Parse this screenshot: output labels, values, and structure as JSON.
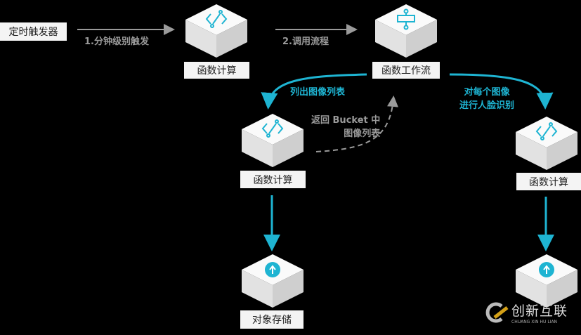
{
  "trigger": {
    "label": "定时触发器"
  },
  "edges": {
    "e1": "1.分钟级别触发",
    "e2": "2.调用流程",
    "e3": "列出图像列表",
    "e4_line1": "返回 Bucket 中",
    "e4_line2": "图像列表",
    "e5_line1": "对每个图像",
    "e5_line2": "进行人脸识别"
  },
  "nodes": {
    "fc1": {
      "label": "函数计算",
      "icon": "function-compute-icon"
    },
    "workflow": {
      "label": "函数工作流",
      "icon": "workflow-icon"
    },
    "fc2": {
      "label": "函数计算",
      "icon": "function-compute-icon"
    },
    "fc3": {
      "label": "函数计算",
      "icon": "function-compute-icon"
    },
    "oss1": {
      "label": "对象存储",
      "icon": "cloud-upload-icon"
    },
    "oss2": {
      "icon": "cloud-upload-icon"
    }
  },
  "watermark": {
    "title": "创新互联",
    "subtitle": "CHUANG XIN HU LIAN"
  },
  "colors": {
    "accent": "#1eb4d2",
    "gray": "#9a9a9a",
    "box": "#f4f4f4"
  }
}
